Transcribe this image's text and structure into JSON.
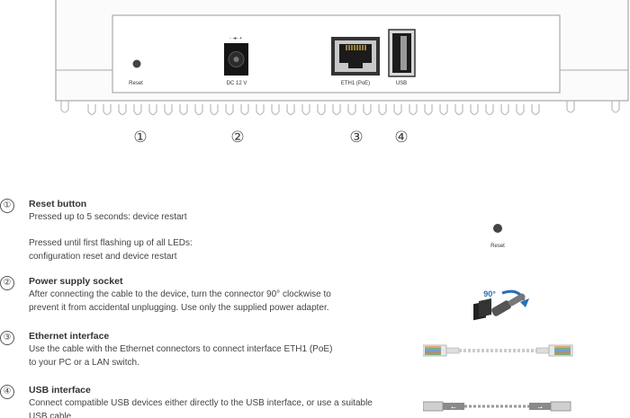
{
  "device": {
    "ports": {
      "reset": "Reset",
      "dc": "DC 12 V",
      "eth": "ETH1 (PoE)",
      "usb": "USB"
    },
    "callouts": [
      "①",
      "②",
      "③",
      "④"
    ]
  },
  "sections": [
    {
      "number": "①",
      "title": "Reset button",
      "lines": [
        "Pressed up to 5 seconds: device restart",
        "",
        "Pressed until first flashing up of all LEDs:",
        "configuration reset and device restart"
      ]
    },
    {
      "number": "②",
      "title": "Power supply socket",
      "lines": [
        "After connecting the cable to the device, turn the connector 90° clockwise to",
        "prevent it from accidental unplugging. Use only the supplied power adapter."
      ]
    },
    {
      "number": "③",
      "title": "Ethernet interface",
      "lines": [
        "Use the cable with the Ethernet connectors to connect interface ETH1 (PoE)",
        "to your PC or a LAN switch."
      ]
    },
    {
      "number": "④",
      "title": "USB interface",
      "lines": [
        "Connect compatible USB devices either directly to the USB interface, or use a suitable",
        "USB cable."
      ]
    }
  ],
  "illustrations": {
    "reset_label": "Reset",
    "rotation_label": "90°"
  },
  "colors": {
    "accent_blue": "#2a6fb5",
    "dark_metal": "#333333",
    "device_outline": "#a0a0a0"
  }
}
